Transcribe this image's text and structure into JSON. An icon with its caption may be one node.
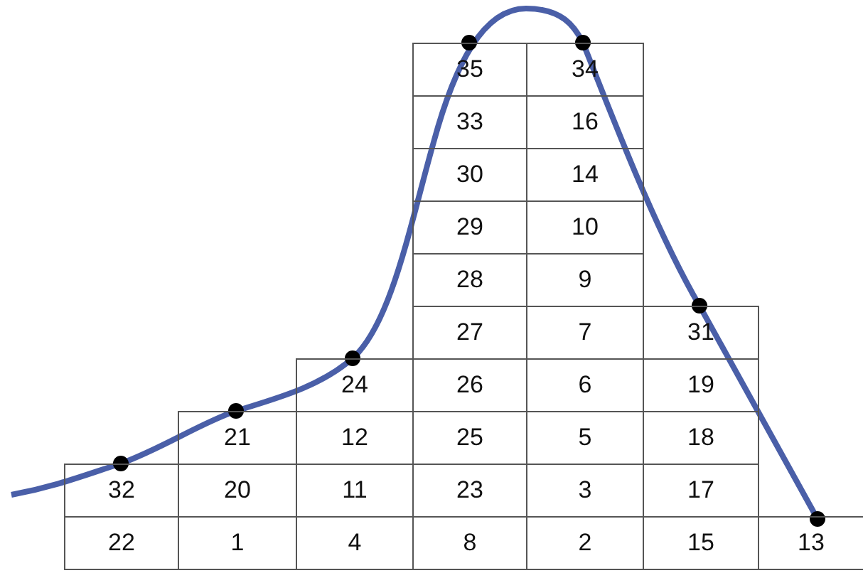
{
  "diagram": {
    "labels": [
      "35",
      "34",
      "33",
      "16",
      "30",
      "14",
      "29",
      "10",
      "28",
      "9",
      "27",
      "7",
      "31",
      "24",
      "26",
      "6",
      "19",
      "21",
      "12",
      "25",
      "5",
      "18",
      "32",
      "20",
      "11",
      "23",
      "3",
      "17",
      "22",
      "1",
      "4",
      "8",
      "2",
      "15",
      "13"
    ]
  }
}
